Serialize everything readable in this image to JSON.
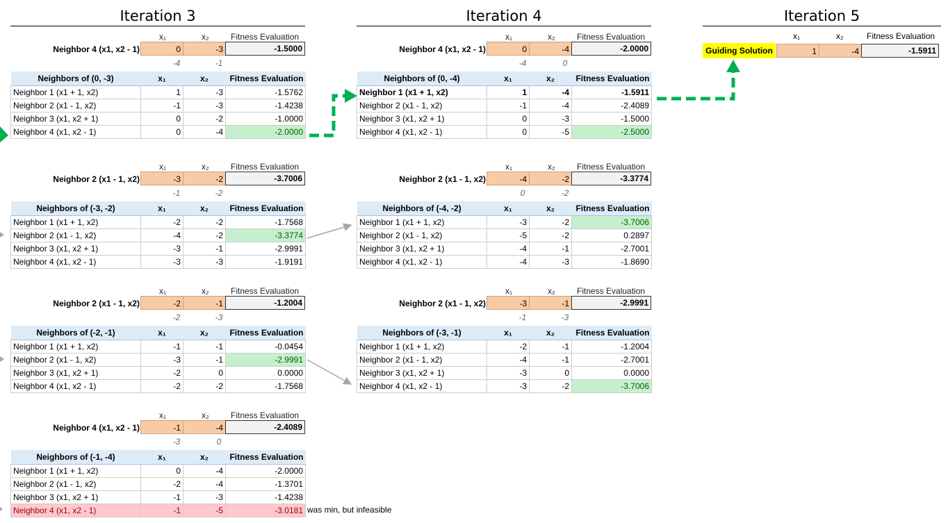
{
  "iterations": [
    {
      "title": "Iteration 3"
    },
    {
      "title": "Iteration 4"
    },
    {
      "title": "Iteration 5"
    }
  ],
  "labels": {
    "x1": "x₁",
    "x2": "x₂",
    "fitness": "Fitness Evaluation"
  },
  "blocks": [
    {
      "current": {
        "label": "Neighbor 4 (x1, x2 - 1)",
        "x1": "0",
        "x2": "-3",
        "fitness": "-1.5000",
        "prev_x1": "-4",
        "prev_x2": "-1"
      },
      "table_title": "Neighbors of (0, -3)",
      "rows": [
        {
          "name": "Neighbor 1 (x1 + 1, x2)",
          "x1": "1",
          "x2": "-3",
          "f": "-1.5762"
        },
        {
          "name": "Neighbor 2 (x1 - 1, x2)",
          "x1": "-1",
          "x2": "-3",
          "f": "-1.4238"
        },
        {
          "name": "Neighbor 3 (x1, x2 + 1)",
          "x1": "0",
          "x2": "-2",
          "f": "-1.0000"
        },
        {
          "name": "Neighbor 4 (x1, x2 - 1)",
          "x1": "0",
          "x2": "-4",
          "f": "-2.0000"
        }
      ]
    },
    {
      "current": {
        "label": "Neighbor 4 (x1, x2 - 1)",
        "x1": "0",
        "x2": "-4",
        "fitness": "-2.0000",
        "prev_x1": "-4",
        "prev_x2": "0"
      },
      "table_title": "Neighbors of (0, -4)",
      "rows": [
        {
          "name": "Neighbor 1 (x1 + 1, x2)",
          "x1": "1",
          "x2": "-4",
          "f": "-1.5911"
        },
        {
          "name": "Neighbor 2 (x1 - 1, x2)",
          "x1": "-1",
          "x2": "-4",
          "f": "-2.4089"
        },
        {
          "name": "Neighbor 3 (x1, x2 + 1)",
          "x1": "0",
          "x2": "-3",
          "f": "-1.5000"
        },
        {
          "name": "Neighbor 4 (x1, x2 - 1)",
          "x1": "0",
          "x2": "-5",
          "f": "-2.5000"
        }
      ]
    },
    {
      "current": {
        "label": "Neighbor 2 (x1 - 1, x2)",
        "x1": "-3",
        "x2": "-2",
        "fitness": "-3.7006",
        "prev_x1": "-1",
        "prev_x2": "-2"
      },
      "table_title": "Neighbors of (-3, -2)",
      "rows": [
        {
          "name": "Neighbor 1 (x1 + 1, x2)",
          "x1": "-2",
          "x2": "-2",
          "f": "-1.7568"
        },
        {
          "name": "Neighbor 2 (x1 - 1, x2)",
          "x1": "-4",
          "x2": "-2",
          "f": "-3.3774"
        },
        {
          "name": "Neighbor 3 (x1, x2 + 1)",
          "x1": "-3",
          "x2": "-1",
          "f": "-2.9991"
        },
        {
          "name": "Neighbor 4 (x1, x2 - 1)",
          "x1": "-3",
          "x2": "-3",
          "f": "-1.9191"
        }
      ]
    },
    {
      "current": {
        "label": "Neighbor 2 (x1 - 1, x2)",
        "x1": "-4",
        "x2": "-2",
        "fitness": "-3.3774",
        "prev_x1": "0",
        "prev_x2": "-2"
      },
      "table_title": "Neighbors of (-4, -2)",
      "rows": [
        {
          "name": "Neighbor 1 (x1 + 1, x2)",
          "x1": "-3",
          "x2": "-2",
          "f": "-3.7006"
        },
        {
          "name": "Neighbor 2 (x1 - 1, x2)",
          "x1": "-5",
          "x2": "-2",
          "f": "0.2897"
        },
        {
          "name": "Neighbor 3 (x1, x2 + 1)",
          "x1": "-4",
          "x2": "-1",
          "f": "-2.7001"
        },
        {
          "name": "Neighbor 4 (x1, x2 - 1)",
          "x1": "-4",
          "x2": "-3",
          "f": "-1.8690"
        }
      ]
    },
    {
      "current": {
        "label": "Neighbor 2 (x1 - 1, x2)",
        "x1": "-2",
        "x2": "-1",
        "fitness": "-1.2004",
        "prev_x1": "-2",
        "prev_x2": "-3"
      },
      "table_title": "Neighbors of (-2, -1)",
      "rows": [
        {
          "name": "Neighbor 1 (x1 + 1, x2)",
          "x1": "-1",
          "x2": "-1",
          "f": "-0.0454"
        },
        {
          "name": "Neighbor 2 (x1 - 1, x2)",
          "x1": "-3",
          "x2": "-1",
          "f": "-2.9991"
        },
        {
          "name": "Neighbor 3 (x1, x2 + 1)",
          "x1": "-2",
          "x2": "0",
          "f": "0.0000"
        },
        {
          "name": "Neighbor 4 (x1, x2 - 1)",
          "x1": "-2",
          "x2": "-2",
          "f": "-1.7568"
        }
      ]
    },
    {
      "current": {
        "label": "Neighbor 2 (x1 - 1, x2)",
        "x1": "-3",
        "x2": "-1",
        "fitness": "-2.9991",
        "prev_x1": "-1",
        "prev_x2": "-3"
      },
      "table_title": "Neighbors of (-3, -1)",
      "rows": [
        {
          "name": "Neighbor 1 (x1 + 1, x2)",
          "x1": "-2",
          "x2": "-1",
          "f": "-1.2004"
        },
        {
          "name": "Neighbor 2 (x1 - 1, x2)",
          "x1": "-4",
          "x2": "-1",
          "f": "-2.7001"
        },
        {
          "name": "Neighbor 3 (x1, x2 + 1)",
          "x1": "-3",
          "x2": "0",
          "f": "0.0000"
        },
        {
          "name": "Neighbor 4 (x1, x2 - 1)",
          "x1": "-3",
          "x2": "-2",
          "f": "-3.7006"
        }
      ]
    },
    {
      "current": {
        "label": "Neighbor 4 (x1, x2 - 1)",
        "x1": "-1",
        "x2": "-4",
        "fitness": "-2.4089",
        "prev_x1": "-3",
        "prev_x2": "0"
      },
      "table_title": "Neighbors of (-1, -4)",
      "rows": [
        {
          "name": "Neighbor 1 (x1 + 1, x2)",
          "x1": "0",
          "x2": "-4",
          "f": "-2.0000"
        },
        {
          "name": "Neighbor 2 (x1 - 1, x2)",
          "x1": "-2",
          "x2": "-4",
          "f": "-1.3701"
        },
        {
          "name": "Neighbor 3 (x1, x2 + 1)",
          "x1": "-1",
          "x2": "-3",
          "f": "-1.4238"
        },
        {
          "name": "Neighbor 4 (x1, x2 - 1)",
          "x1": "-1",
          "x2": "-5",
          "f": "-3.0181"
        }
      ],
      "note": "was min, but infeasible"
    }
  ],
  "guiding": {
    "label": "Guiding Solution",
    "x1": "1",
    "x2": "-4",
    "fitness": "-1.5911"
  },
  "colors": {
    "current_cell": "#f8cba5",
    "best": "#c6efce",
    "infeasible": "#ffc7ce",
    "guiding": "#ffff00",
    "path_arrow": "#00b050",
    "link_arrow": "#a6a6a6"
  }
}
